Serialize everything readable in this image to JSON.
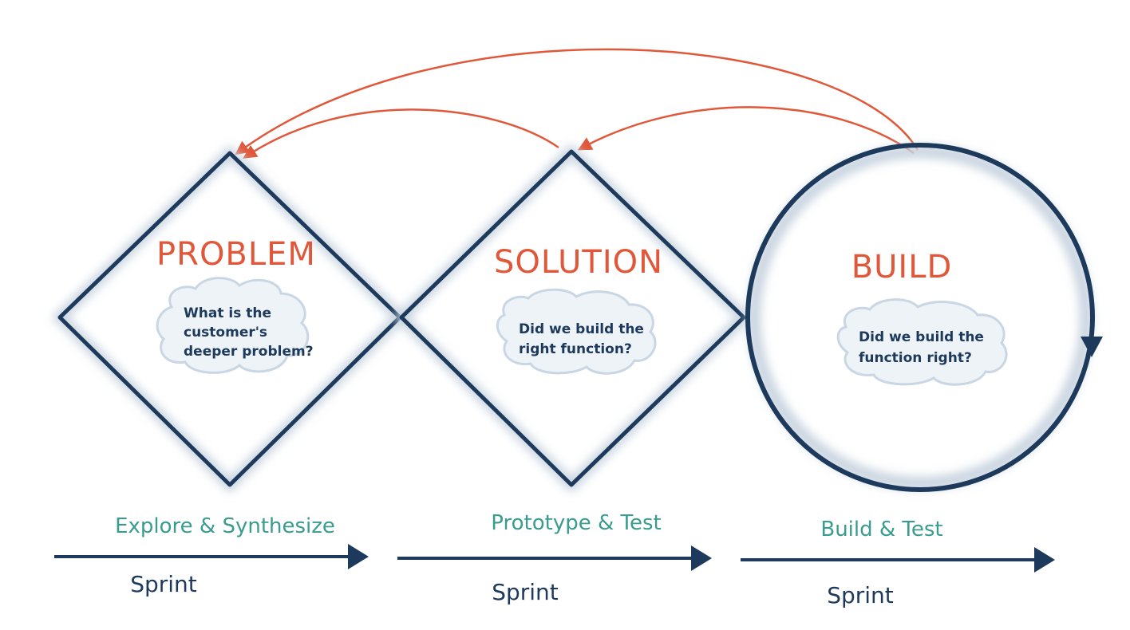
{
  "colors": {
    "outline": "#1d3a5c",
    "accent_red": "#e0573a",
    "teal": "#3a9b8f",
    "cloud_fill": "#eef3f8",
    "cloud_stroke": "#c9d6e3"
  },
  "stages": [
    {
      "title": "PROBLEM",
      "question_lines": [
        "What is the",
        "customer's",
        "deeper problem?"
      ],
      "activity": "Explore  &  Synthesize",
      "sprint": "Sprint"
    },
    {
      "title": "SOLUTION",
      "question_lines": [
        "Did we build the",
        "right function?"
      ],
      "activity": "Prototype & Test",
      "sprint": "Sprint"
    },
    {
      "title": "BUILD",
      "question_lines": [
        "Did we build the",
        "function right?"
      ],
      "activity": "Build & Test",
      "sprint": "Sprint"
    }
  ]
}
